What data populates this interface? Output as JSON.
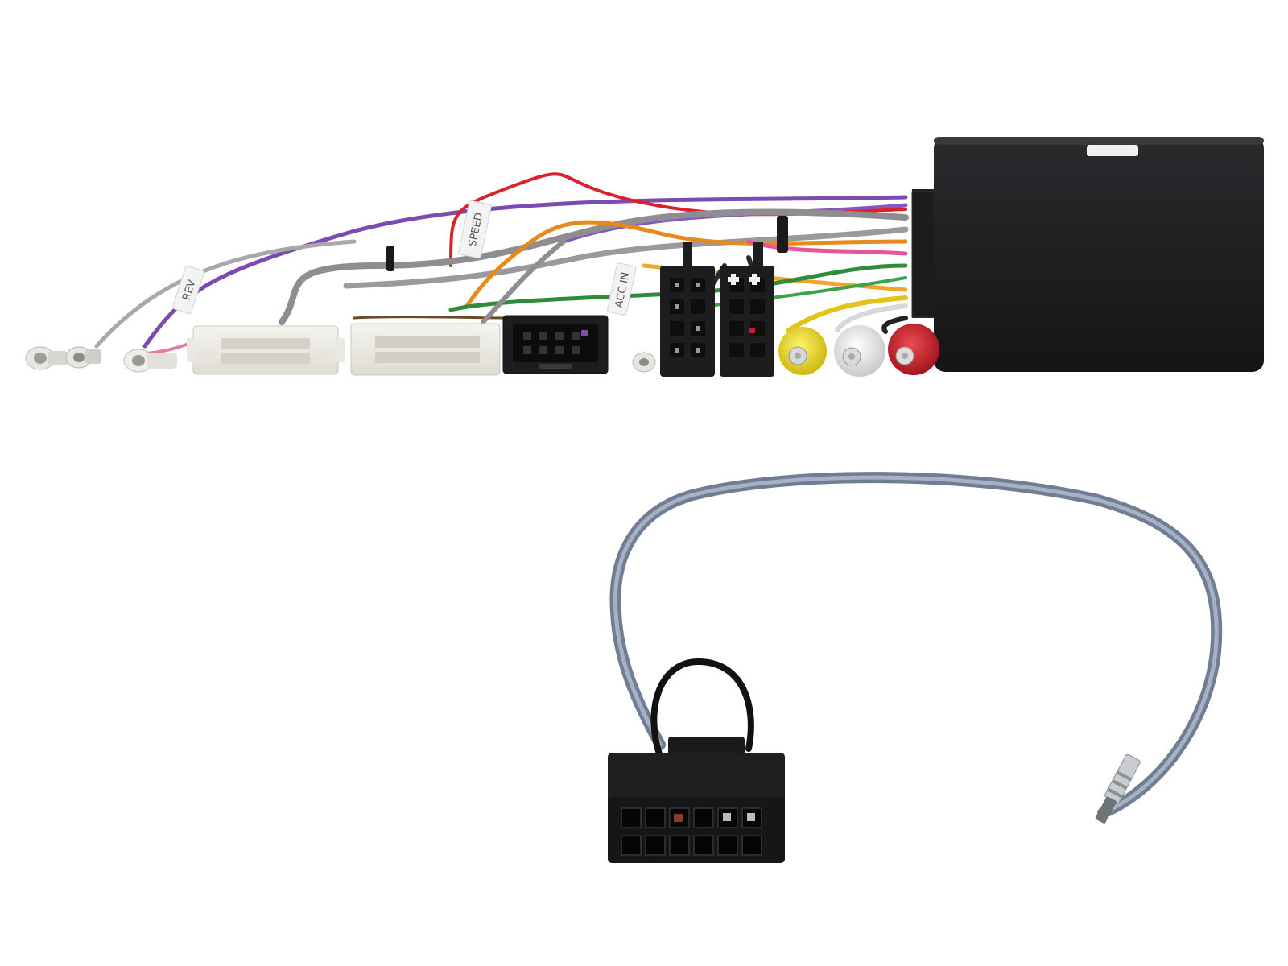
{
  "scene": {
    "subject": "car stereo steering wheel control interface harness",
    "colors": {
      "background": "#ffffff",
      "module_body": "#1e1e20",
      "connector_white": "#ecebe4",
      "connector_black": "#1d1d1f",
      "rca_yellow": "#e9d51c",
      "rca_white": "#e7e7e7",
      "rca_red": "#c8202a",
      "cable_grey": "#7d8b9c"
    }
  },
  "labels": {
    "tag_1": "ACC IN",
    "tag_2": "SPEED",
    "tag_3": "REV"
  }
}
